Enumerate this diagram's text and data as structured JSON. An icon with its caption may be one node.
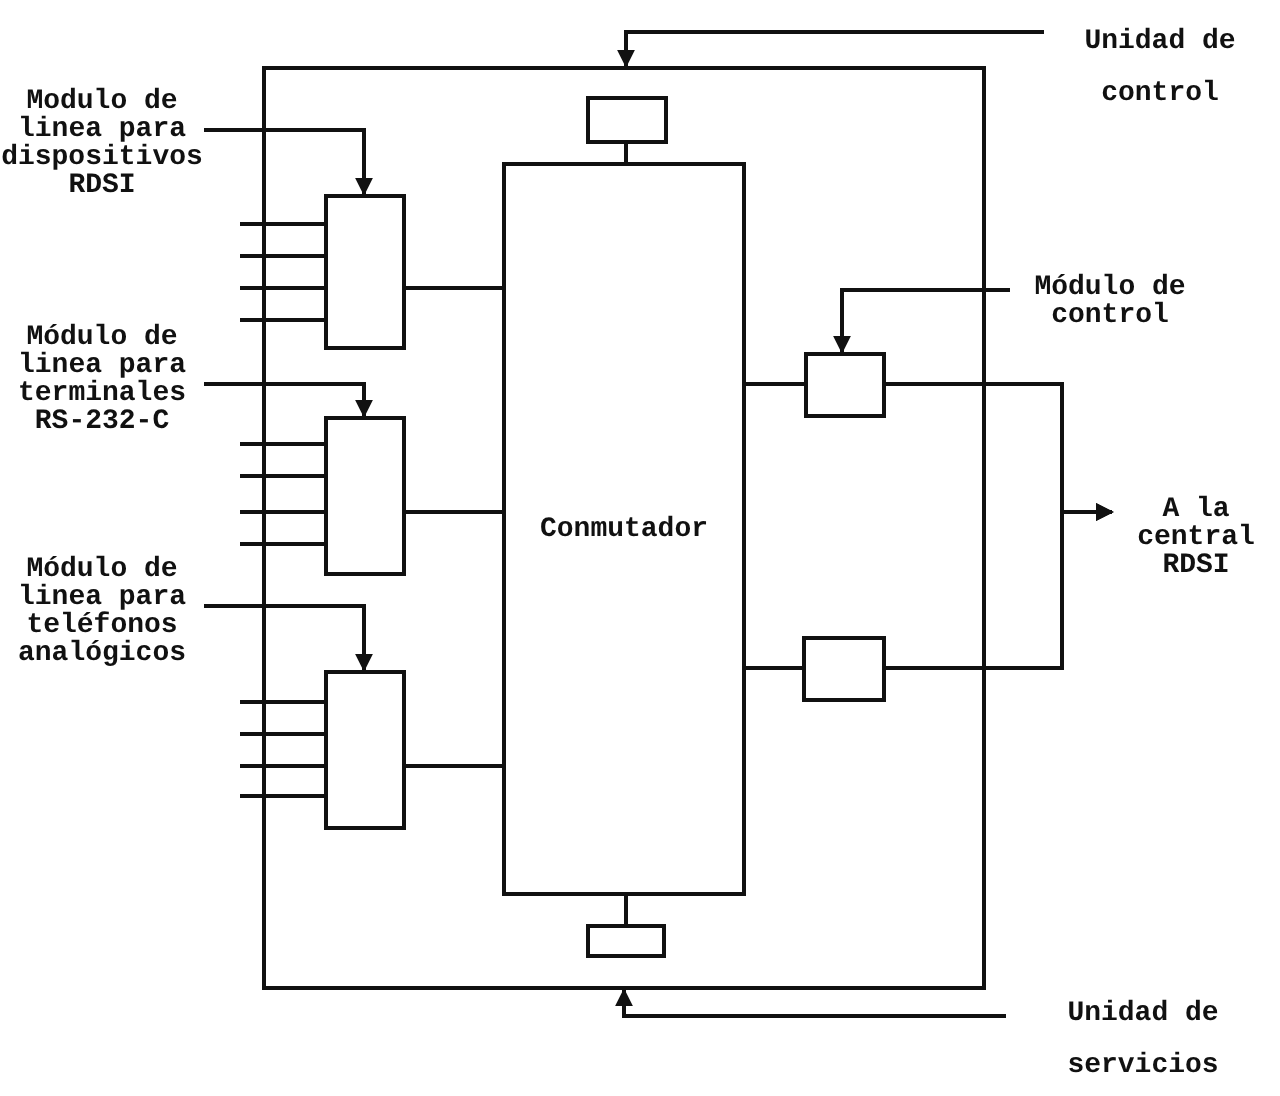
{
  "diagram": {
    "nodes": [
      {
        "text": [],
        "shape": "box"
      },
      {
        "text": [
          "Unidad de control"
        ]
      },
      {
        "text": [],
        "shape": "box",
        "in": 0
      },
      {
        "text": [
          "Conmutador"
        ],
        "in": 0
      },
      {
        "text": [],
        "shape": "box",
        "in": 0
      },
      {
        "text": [
          "Modulo de linea para dispositivos RDSI"
        ]
      },
      {
        "text": [],
        "shape": "box",
        "in": 0
      },
      {
        "text": [
          "Módulo de linea para terminales RS-232-C"
        ]
      },
      {
        "text": [],
        "shape": "box",
        "in": 0
      },
      {
        "text": [
          "Módulo de linea para teléfonos analógicos"
        ]
      },
      {
        "text": [],
        "shape": "box",
        "in": 0
      },
      {
        "text": [
          "Módulo de control"
        ]
      },
      {
        "text": [],
        "shape": "box",
        "in": 0
      },
      {
        "text": [],
        "shape": "box",
        "in": 0
      },
      {
        "text": [
          "A la central RDSI"
        ]
      },
      {
        "text": [
          "Unidad de servicios"
        ]
      }
    ],
    "edges": [
      {
        "from": 1,
        "to": 0,
        "arrow": "to"
      },
      {
        "from": 2,
        "to": 3,
        "arrow": "none"
      },
      {
        "from": 3,
        "to": 4,
        "arrow": "none"
      },
      {
        "from": 5,
        "to": 6,
        "arrow": "to"
      },
      {
        "from": null,
        "to": 6,
        "arrow": "none"
      },
      {
        "from": null,
        "to": 6,
        "arrow": "none"
      },
      {
        "from": null,
        "to": 6,
        "arrow": "none"
      },
      {
        "from": null,
        "to": 6,
        "arrow": "none"
      },
      {
        "from": 6,
        "to": 3,
        "arrow": "none"
      },
      {
        "from": 7,
        "to": 8,
        "arrow": "to"
      },
      {
        "from": null,
        "to": 8,
        "arrow": "none"
      },
      {
        "from": null,
        "to": 8,
        "arrow": "none"
      },
      {
        "from": null,
        "to": 8,
        "arrow": "none"
      },
      {
        "from": null,
        "to": 8,
        "arrow": "none"
      },
      {
        "from": 8,
        "to": 3,
        "arrow": "none"
      },
      {
        "from": 9,
        "to": 10,
        "arrow": "to"
      },
      {
        "from": null,
        "to": 10,
        "arrow": "none"
      },
      {
        "from": null,
        "to": 10,
        "arrow": "none"
      },
      {
        "from": null,
        "to": 10,
        "arrow": "none"
      },
      {
        "from": null,
        "to": 10,
        "arrow": "none"
      },
      {
        "from": 10,
        "to": 3,
        "arrow": "none"
      },
      {
        "from": 11,
        "to": 12,
        "arrow": "to"
      },
      {
        "from": 3,
        "to": 12,
        "arrow": "none"
      },
      {
        "from": 3,
        "to": 13,
        "arrow": "none"
      },
      {
        "from": 12,
        "to": 14,
        "arrow": "to"
      },
      {
        "from": 13,
        "to": 14,
        "arrow": "to"
      },
      {
        "from": 15,
        "to": 0,
        "arrow": "to"
      }
    ]
  }
}
